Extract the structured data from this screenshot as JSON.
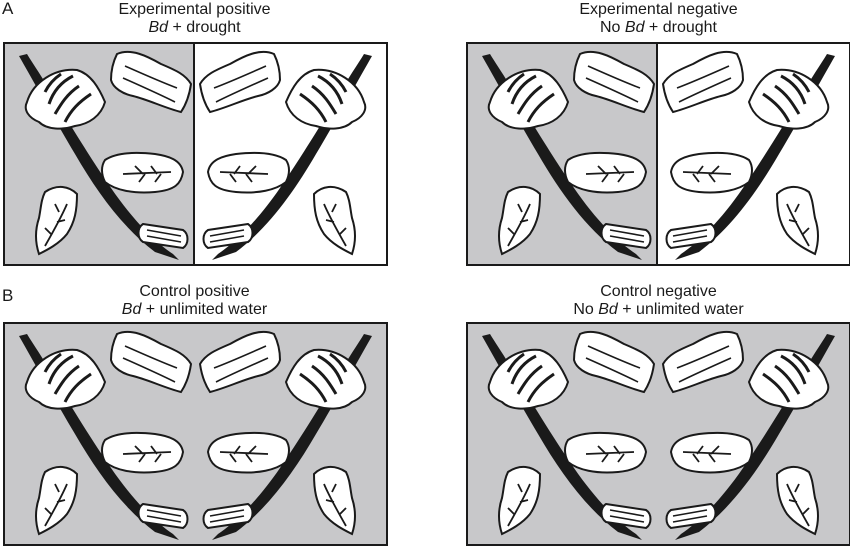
{
  "labels": {
    "a": "A",
    "b": "B"
  },
  "panels": {
    "experimental_positive": {
      "title": "Experimental positive",
      "bd": "Bd",
      "suffix": " + drought",
      "prefix": ""
    },
    "experimental_negative": {
      "title": "Experimental negative",
      "prefix": "No ",
      "bd": "Bd",
      "suffix": " + drought"
    },
    "control_positive": {
      "title": "Control positive",
      "prefix": "",
      "bd": "Bd",
      "suffix": " + unlimited water"
    },
    "control_negative": {
      "title": "Control negative",
      "prefix": "No ",
      "bd": "Bd",
      "suffix": " + unlimited water"
    }
  },
  "colors": {
    "wet_substrate": "#c8c8ca",
    "dry_substrate": "#ffffff",
    "outline": "#1a1a1a"
  }
}
